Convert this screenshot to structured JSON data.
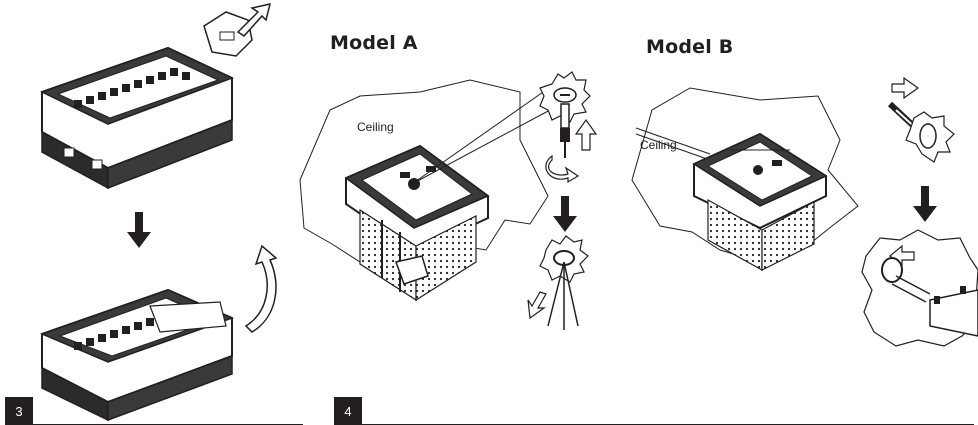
{
  "panels": [
    {
      "step_number": "3",
      "title": ""
    },
    {
      "step_number": "4",
      "models": [
        {
          "title": "Model A",
          "surface_label": "Ceiling"
        },
        {
          "title": "Model B",
          "surface_label": "Ceiling"
        }
      ]
    }
  ],
  "colors": {
    "ink": "#231f20",
    "device_body": "#2b2b2b",
    "background": "#ffffff"
  }
}
